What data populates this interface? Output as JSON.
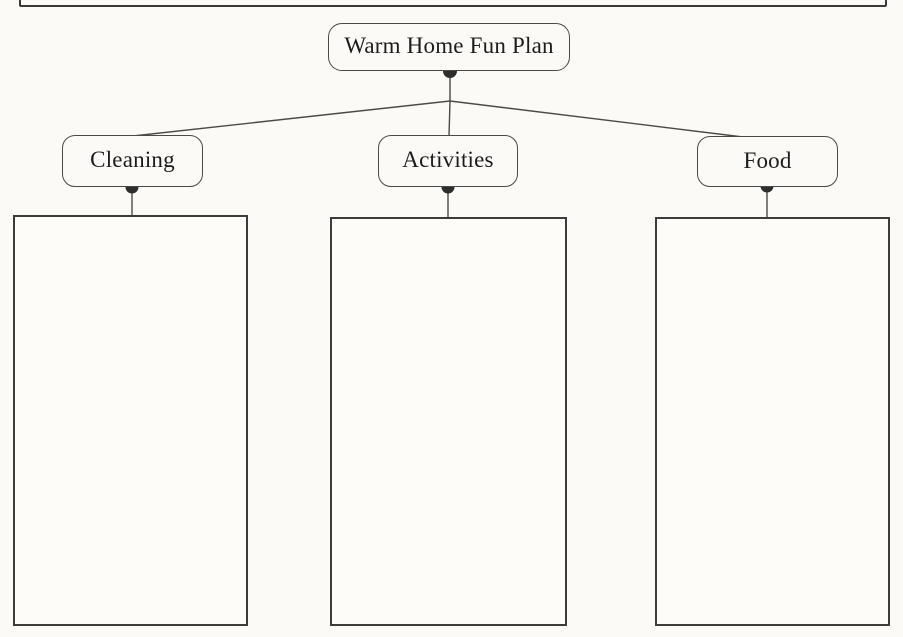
{
  "diagram": {
    "root": {
      "label": "Warm Home Fun Plan"
    },
    "branches": [
      {
        "label": "Cleaning"
      },
      {
        "label": "Activities"
      },
      {
        "label": "Food"
      }
    ]
  },
  "colors": {
    "paper": "#fbfaf6",
    "line": "#4a4a48",
    "dot": "#2d2d2b",
    "box_border": "#3c3c3a",
    "text": "#1c1c1c"
  }
}
